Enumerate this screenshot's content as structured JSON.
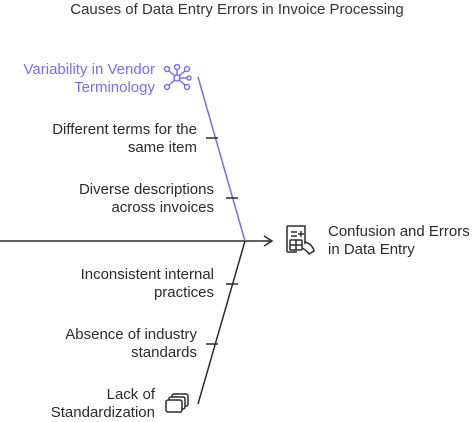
{
  "title": "Causes of Data Entry Errors in Invoice Processing",
  "colors": {
    "accent": "#7b6cf0",
    "ink": "#2b2b2b",
    "background": "#ffffff"
  },
  "categories": {
    "top": {
      "name_lines": [
        "Variability in Vendor",
        "Terminology"
      ],
      "icon": "network-nodes-icon",
      "causes": [
        {
          "lines": [
            "Different terms for the",
            "same item"
          ]
        },
        {
          "lines": [
            "Diverse descriptions",
            "across invoices"
          ]
        }
      ]
    },
    "bottom": {
      "name_lines": [
        "Lack of",
        "Standardization"
      ],
      "icon": "stacked-documents-icon",
      "causes": [
        {
          "lines": [
            "Inconsistent internal",
            "practices"
          ]
        },
        {
          "lines": [
            "Absence of industry",
            "standards"
          ]
        }
      ]
    }
  },
  "effect": {
    "lines": [
      "Confusion and Errors",
      "in Data Entry"
    ],
    "icon": "invoice-calculator-icon"
  }
}
